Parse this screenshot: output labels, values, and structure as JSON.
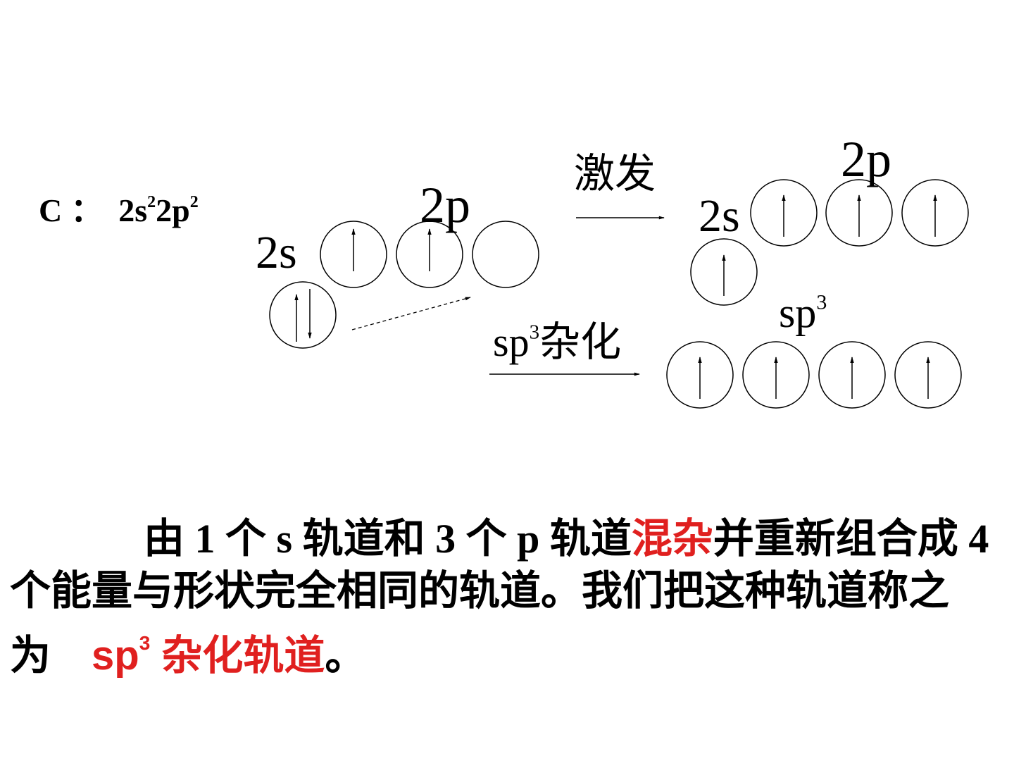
{
  "config": {
    "element": "C",
    "colon": "：",
    "s_part": "2s",
    "s_exp": "2",
    "p_part": "2p",
    "p_exp": "2"
  },
  "diagram": {
    "ground_2s": "2s",
    "ground_2p": "2p",
    "excitation": "激发",
    "excited_2s": "2s",
    "excited_2p": "2p",
    "hybrid_label_base": "sp",
    "hybrid_label_exp": "3",
    "hybridization_text": "杂化",
    "sp3_base": "sp",
    "sp3_exp": "3"
  },
  "paragraph": {
    "part1": "由 1 个 s 轨道和 3 个 p 轨道",
    "red1": "混杂",
    "part2": "并重新组合成 4 个能量与形状完全相同的轨道。",
    "part3": "我们把这种轨道称之为",
    "red_sp": "sp",
    "red_exp": "3",
    "red2": " 杂化轨道",
    "period": "。"
  }
}
